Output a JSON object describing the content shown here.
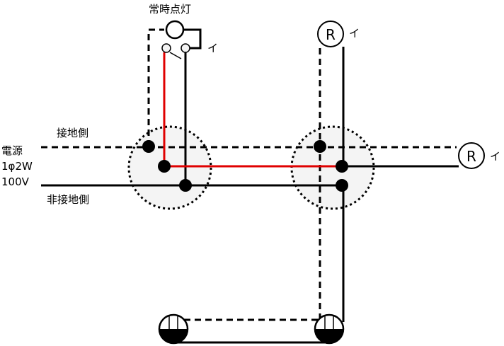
{
  "labels": {
    "constant_light": "常時点灯",
    "switch_mark": "イ",
    "lamp_r1_mark": "イ",
    "lamp_r2_mark": "イ",
    "lamp_r1": "R",
    "lamp_r2": "R",
    "grounded_side": "接地側",
    "power_source": "電源",
    "phase": "1φ2W",
    "voltage": "100V",
    "ungrounded_side": "非接地側"
  },
  "colors": {
    "hot_wire": "#e00000",
    "wire": "#000000",
    "box_fill": "#f4f4f4"
  }
}
